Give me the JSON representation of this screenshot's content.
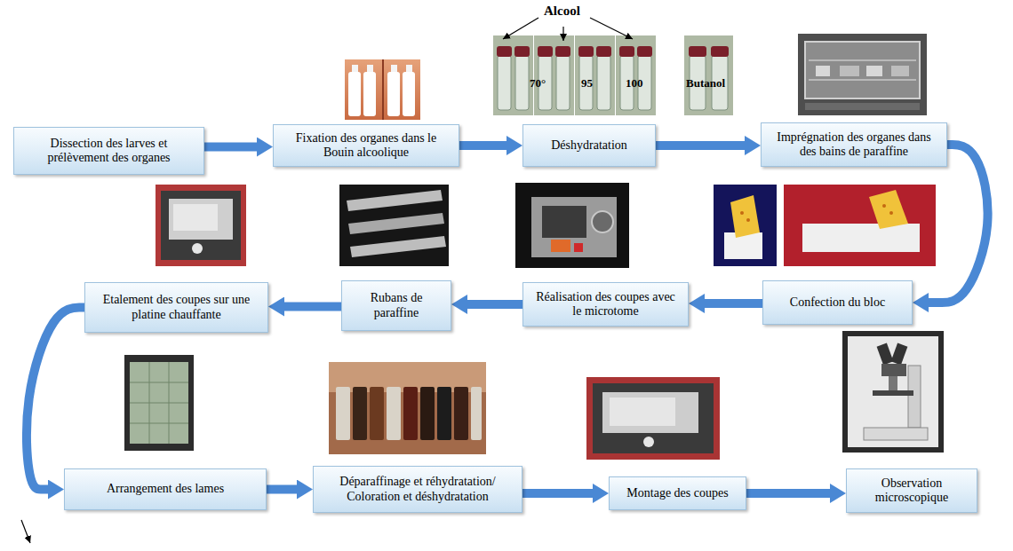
{
  "diagram": {
    "nodes": [
      {
        "text": [
          "Dissection des larves et prélèvement des organes"
        ]
      },
      {
        "text": [
          "Fixation des organes dans le Bouin alcoolique"
        ]
      },
      {
        "text": [
          "Déshydratation"
        ]
      },
      {
        "text": [
          "Imprégnation des organes dans des bains de paraffine"
        ]
      },
      {
        "text": [
          "Confection du bloc"
        ]
      },
      {
        "text": [
          "Réalisation des coupes avec le microtome"
        ]
      },
      {
        "text": [
          "Rubans de paraffine"
        ]
      },
      {
        "text": [
          "Etalement des coupes sur une platine chauffante"
        ]
      },
      {
        "text": [
          "Arrangement des lames"
        ]
      },
      {
        "text": [
          "Déparaffinage et réhydratation/ Coloration et déshydratation"
        ]
      },
      {
        "text": [
          "Montage des coupes"
        ]
      },
      {
        "text": [
          "Observation microscopique"
        ]
      }
    ],
    "edges": [
      {
        "from": 0,
        "to": 1,
        "arrow": "to"
      },
      {
        "from": 1,
        "to": 2,
        "arrow": "to"
      },
      {
        "from": 2,
        "to": 3,
        "arrow": "to"
      },
      {
        "from": 3,
        "to": 4,
        "arrow": "to"
      },
      {
        "from": 4,
        "to": 5,
        "arrow": "to"
      },
      {
        "from": 5,
        "to": 6,
        "arrow": "to"
      },
      {
        "from": 6,
        "to": 7,
        "arrow": "to"
      },
      {
        "from": 7,
        "to": 8,
        "arrow": "to"
      },
      {
        "from": 8,
        "to": 9,
        "arrow": "to"
      },
      {
        "from": 9,
        "to": 10,
        "arrow": "to"
      },
      {
        "from": 10,
        "to": 11,
        "arrow": "to"
      }
    ],
    "labels": [
      "Alcool",
      "70°",
      "95",
      "100",
      "Butanol"
    ]
  }
}
